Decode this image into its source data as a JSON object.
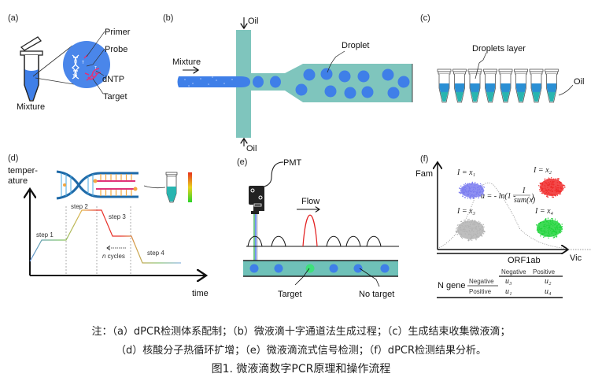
{
  "panels": {
    "a": {
      "label": "(a)",
      "mixture": "Mixture",
      "primer": "Primer",
      "probe": "Probe",
      "dntp": "dNTP",
      "target": "Target"
    },
    "b": {
      "label": "(b)",
      "oil_top": "Oil",
      "oil_bottom": "Oil",
      "mixture": "Mixture",
      "droplet": "Droplet"
    },
    "c": {
      "label": "(c)",
      "droplets_layer": "Droplets layer",
      "oil": "Oil",
      "tube_count": 8
    },
    "d": {
      "label": "(d)",
      "y_axis": [
        "temper-",
        "ature"
      ],
      "x_axis": "time",
      "steps": [
        "step 1",
        "step 2",
        "step 3",
        "step 4"
      ],
      "cycles_italic": "n",
      "cycles": " cycles"
    },
    "e": {
      "label": "(e)",
      "pmt": "PMT",
      "flow": "Flow",
      "target": "Target",
      "no_target": "No target"
    },
    "f": {
      "label": "(f)",
      "y_axis": "Fam",
      "x_axis": "Vic",
      "cluster_labels": [
        "I = x₁",
        "I = x₂",
        "I = x₃",
        "I = x₄"
      ],
      "formula_lhs": "u = - ln(1 -",
      "formula_num": "I",
      "formula_den": "sum(x)",
      "formula_close": ")",
      "table": {
        "col_group": "ORF1ab",
        "col_headers": [
          "Negative",
          "Positive"
        ],
        "row_group": "N gene",
        "row_headers": [
          "Negative",
          "Positive"
        ],
        "cells": [
          [
            "u₃",
            "u₂"
          ],
          [
            "u₁",
            "u₄"
          ]
        ]
      }
    }
  },
  "colors": {
    "droplet_blue": "#3f7fe8",
    "channel_teal": "#7fc5bd",
    "tube_teal": "#28b5b0",
    "tube_blue": "#2a8fd4",
    "dna_blue": "#1f6aa8",
    "pink": "#e0337a",
    "orange": "#f4a640",
    "cluster_blue": "#7b7cf0",
    "cluster_red": "#f02a2a",
    "cluster_gray": "#b3b3b3",
    "cluster_green": "#1fd43a",
    "peak_red": "#e32020",
    "target_green": "#3ee07a"
  },
  "caption": {
    "line1": "注：（a）dPCR检测体系配制；（b）微液滴十字通道法生成过程；（c）生成结束收集微液滴；",
    "line2": "（d）核酸分子热循环扩增；（e）微液滴流式信号检测；（f）dPCR检测结果分析。",
    "title": "图1. 微液滴数字PCR原理和操作流程"
  }
}
